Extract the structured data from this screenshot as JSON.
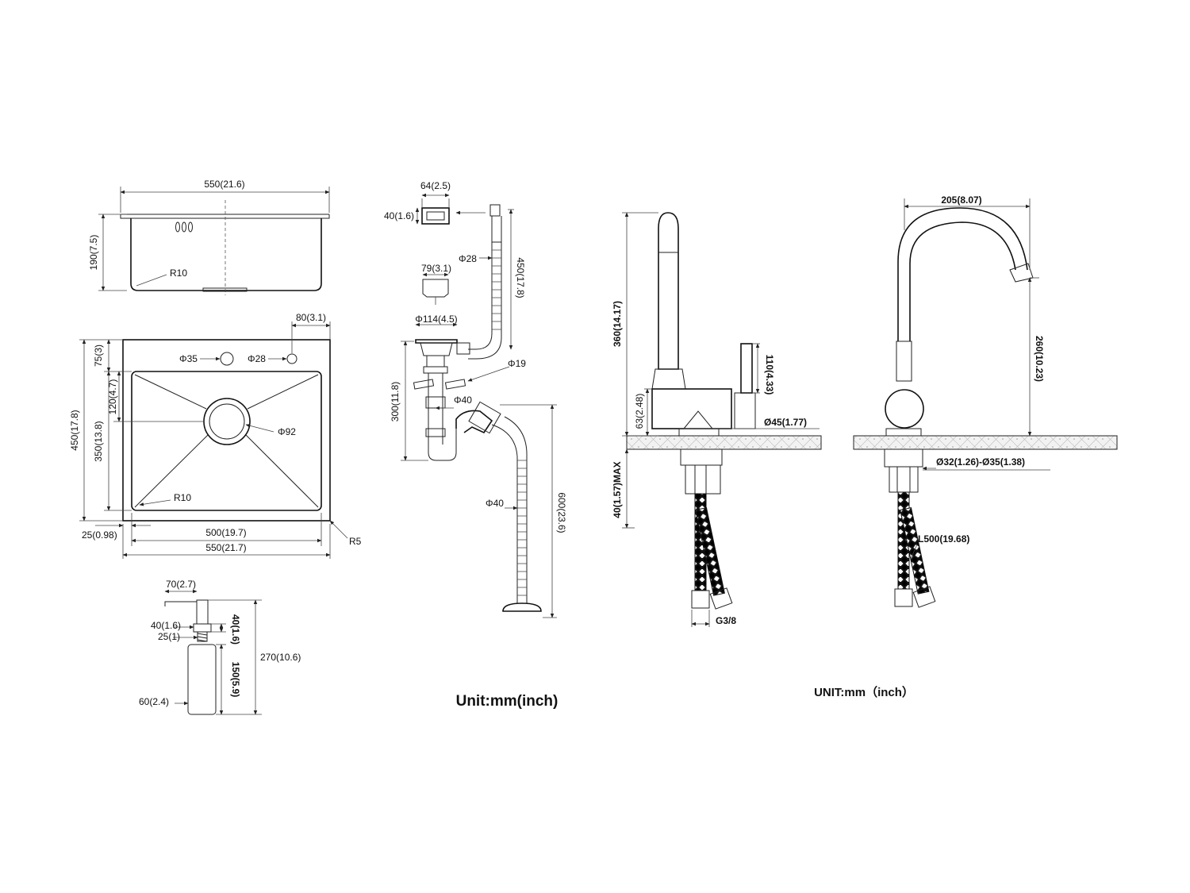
{
  "sink_top": {
    "width": "550(21.6)",
    "depth": "190(7.5)",
    "radius": "R10"
  },
  "sink_plan": {
    "hole_offset": "80(3.1)",
    "hole1": "Φ35",
    "hole2": "Φ28",
    "top_margin": "75(3)",
    "drain_offset": "120(4.7)",
    "overall_height": "450(17.8)",
    "inner_height": "350(13.8)",
    "drain": "Φ92",
    "inner_radius": "R10",
    "corner_radius": "R5",
    "rim": "25(0.98)",
    "inner_width": "500(19.7)",
    "overall_width": "550(21.7)"
  },
  "drain_kit": {
    "overflow_width": "64(2.5)",
    "overflow_height": "40(1.6)",
    "hose_dia": "Φ28",
    "hose_length": "450(17.8)",
    "strainer_width": "79(3.1)",
    "basket_dia": "Φ114(4.5)",
    "inlet_dia": "Φ19",
    "pipe_dia": "Φ40",
    "trap_height": "300(11.8)",
    "outlet_dia": "Φ40",
    "total_length": "600(23.6)",
    "unit": "Unit:mm(inch)"
  },
  "dispenser": {
    "spout": "70(2.7)",
    "head": "40(1.6)",
    "collar": "25(1)",
    "head_vertical": "40(1.6)",
    "bottle": "150(5.9)",
    "total": "270(10.6)",
    "bottle_dia": "60(2.4)"
  },
  "faucet_side": {
    "height": "360(14.17)",
    "handle": "110(4.33)",
    "base": "63(2.48)",
    "base_dia": "Ø45(1.77)",
    "max_deck": "40(1.57)MAX",
    "thread": "G3/8"
  },
  "faucet_front": {
    "reach": "205(8.07)",
    "spout_height": "260(10.23)",
    "shank": "Ø32(1.26)-Ø35(1.38)",
    "hose": "L500(19.68)",
    "unit": "UNIT:mm（inch）"
  }
}
